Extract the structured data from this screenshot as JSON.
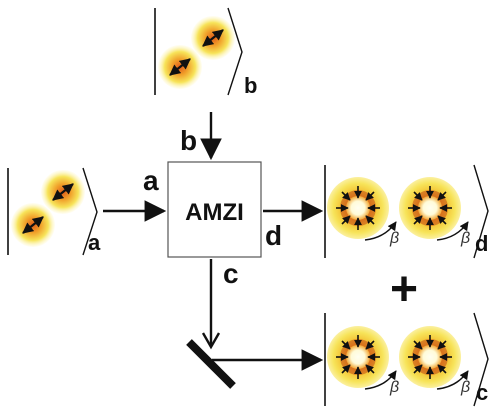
{
  "center_box": {
    "label": "AMZI"
  },
  "ports": {
    "a": "a",
    "b": "b",
    "c": "c",
    "d": "d"
  },
  "kets": {
    "input_b_subscript": "b",
    "input_a_subscript": "a",
    "output_d_subscript": "d",
    "output_c_subscript": "c"
  },
  "symbols": {
    "plus": "+",
    "beta": "β"
  },
  "icons": {
    "polarization": "gaussian-beam-with-double-arrow",
    "vector_vortex": "donut-beam-with-radial-arrows"
  },
  "colors": {
    "beam_core": "#f7e23a",
    "beam_mid": "#f0b02a",
    "beam_edge": "#e4741f",
    "donut_center": "#fffbe6",
    "ink": "#111111"
  }
}
